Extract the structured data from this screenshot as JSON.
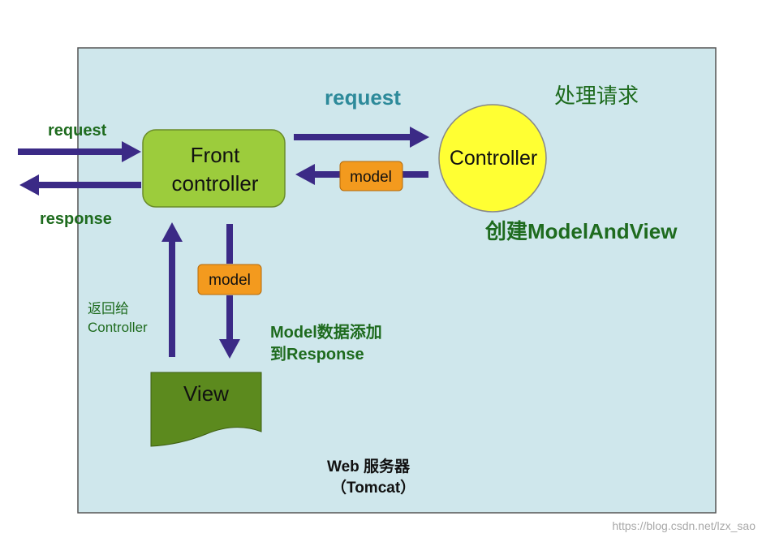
{
  "nodes": {
    "front_controller": {
      "line1": "Front",
      "line2": "controller"
    },
    "controller": {
      "label": "Controller"
    },
    "view": {
      "label": "View"
    },
    "model_top": {
      "label": "model"
    },
    "model_mid": {
      "label": "model"
    }
  },
  "labels": {
    "request_left": "request",
    "response_left": "response",
    "request_top": "request",
    "process_request": "处理请求",
    "create_mav": "创建ModelAndView",
    "return_line1": "返回给",
    "return_line2": "Controller",
    "model_add_line1": "Model数据添加",
    "model_add_line2": "到Response",
    "server_line1": "Web 服务器",
    "server_line2": "（Tomcat）"
  },
  "watermark": "https://blog.csdn.net/lzx_sao",
  "colors": {
    "panel": "#cfe7ec",
    "panel_border": "#555555",
    "arrow": "#3b2a86",
    "front_fill": "#9ccc3c",
    "controller_fill": "#ffff33",
    "model_fill": "#f39a1e",
    "view_fill": "#5c8a1e",
    "text_green": "#1e6b1e",
    "text_teal": "#2d8a9a"
  }
}
